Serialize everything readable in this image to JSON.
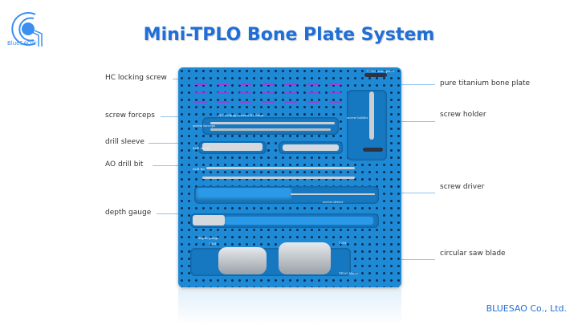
{
  "logo": {
    "text": "BlueSAO®"
  },
  "title": "Mini-TPLO Bone Plate System",
  "left_labels": [
    "HC locking screw",
    "screw forceps",
    "drill sleeve",
    "AO drill bit",
    "depth gauge"
  ],
  "right_labels": [
    "pure titanium bone plate",
    "screw holder",
    "screw driver",
    "circular saw blade"
  ],
  "tray_engravings": {
    "screws": "HC locking screws Φ1.5mm",
    "forceps": "screw forceps",
    "sleeve": "drill sleeve",
    "bit": "drill bit",
    "driver": "screw driver",
    "gauge": "depth gauge",
    "blade": "TPLO blade",
    "plate": "TPLO bone plate",
    "holder": "screw holder",
    "blade_left": "10M",
    "blade_right": "12M"
  },
  "footer": "BLUESAO Co., Ltd.",
  "colors": {
    "accent": "#1f6fd6",
    "tray": "#1e8ad6"
  }
}
